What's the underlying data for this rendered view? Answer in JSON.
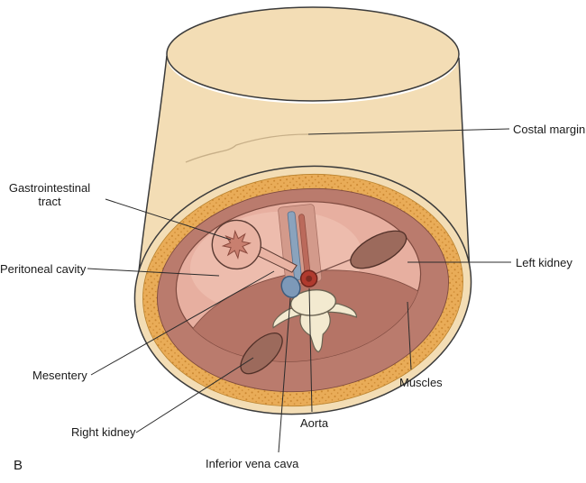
{
  "figure": {
    "panel_label": "B"
  },
  "labels": {
    "costal_margin": "Costal margin",
    "gastrointestinal_line1": "Gastrointestinal",
    "gastrointestinal_line2": "tract",
    "peritoneal_cavity": "Peritoneal cavity",
    "mesentery": "Mesentery",
    "right_kidney": "Right kidney",
    "inferior_vena_cava": "Inferior vena cava",
    "aorta": "Aorta",
    "muscles": "Muscles",
    "left_kidney": "Left kidney"
  },
  "colors": {
    "outline": "#3b3b3b",
    "skin": "#F3DDB5",
    "fat": "#E9AC58",
    "muscle": "#BA7B6D",
    "peritoneal_cavity_fill": "#E7AFA0",
    "cavity_highlight": "#EFC3B4",
    "posterior_muscle": "#B57466",
    "posterior_band": "#D39A8B",
    "vertebra": "#F3EAD0",
    "aorta_fill": "#B03A2E",
    "vena_cava_fill": "#7D99B8",
    "kidney_fill": "#9C6A5C",
    "gi_wall": "#E9B3A3",
    "gi_lumen": "#C87F6F",
    "leader_line": "#2b2b2b"
  }
}
